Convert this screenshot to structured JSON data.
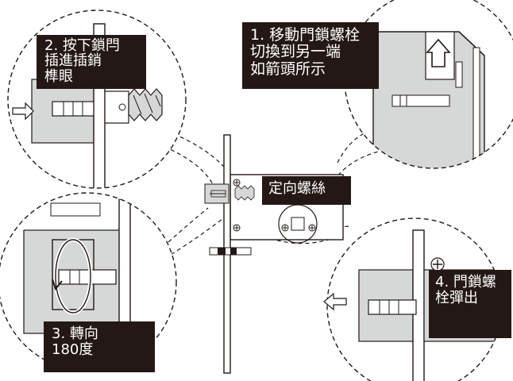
{
  "callouts": {
    "step1": {
      "lines": [
        "1. 移動門鎖螺栓",
        "切換到另一端",
        "如箭頭所示"
      ]
    },
    "step2": {
      "lines": [
        "2. 按下鎖閂",
        "插進插銷",
        "榫眼"
      ]
    },
    "step3": {
      "lines": [
        "3. 轉向",
        "180度"
      ]
    },
    "step4": {
      "lines": [
        "4. 門鎖螺",
        "栓彈出"
      ]
    },
    "center": {
      "lines": [
        "定向螺絲"
      ]
    }
  },
  "colors": {
    "label_bg": "#231815",
    "label_text": "#ffffff",
    "panel_fill": "#d6d8d8",
    "line": "#231815"
  },
  "icons": [
    "arrow-right-icon",
    "arrow-up-icon",
    "arrow-left-icon",
    "rotation-arrow-icon",
    "screw-icon"
  ]
}
